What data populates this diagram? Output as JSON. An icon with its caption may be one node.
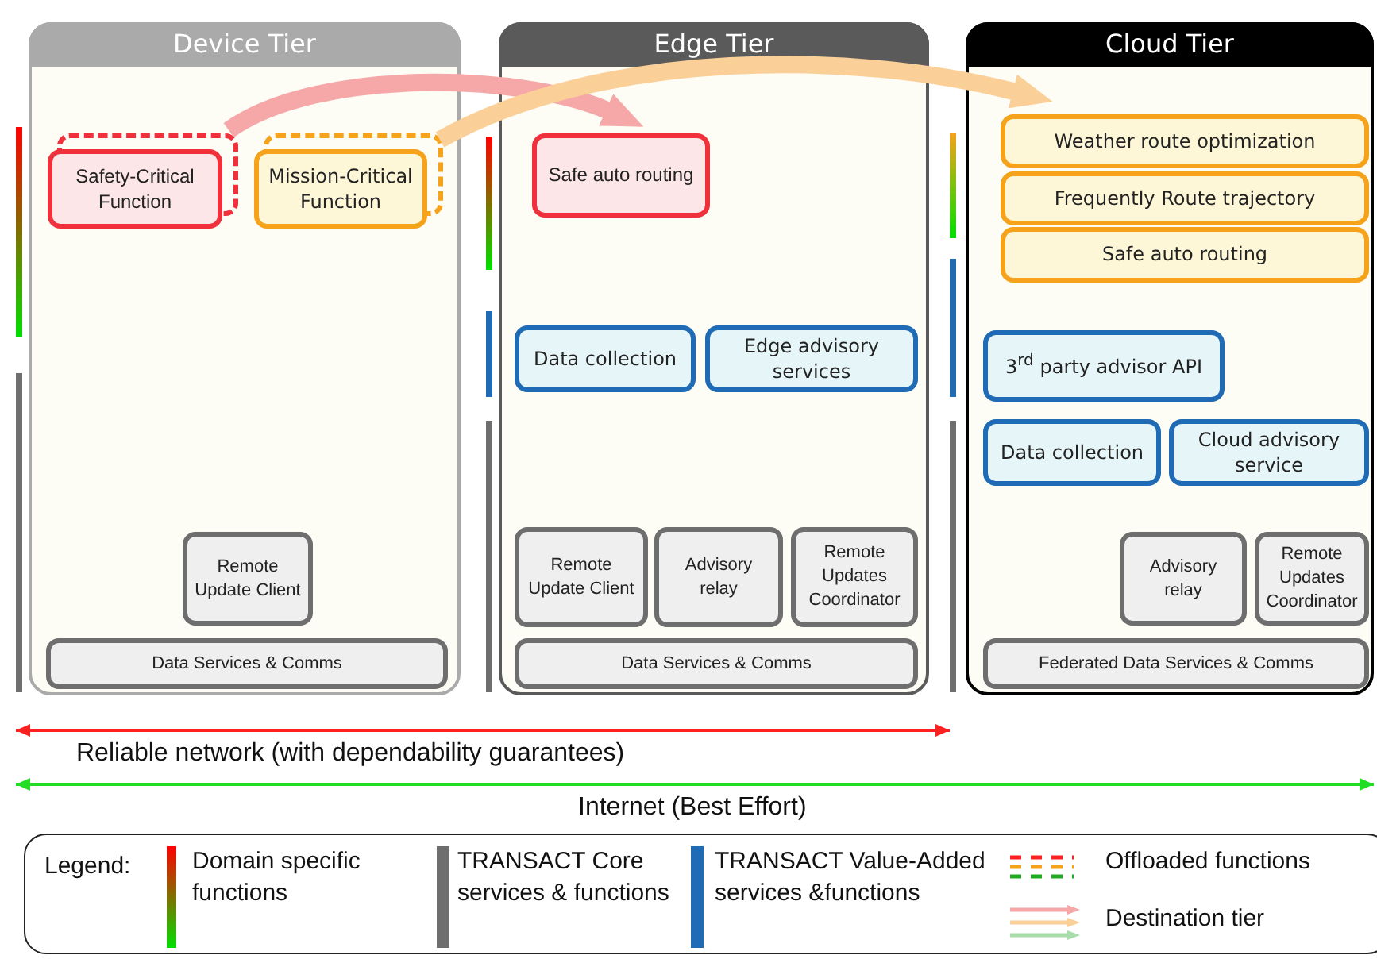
{
  "diagram": {
    "nodes": [
      {
        "text": [
          "Device Tier"
        ]
      },
      {
        "text": [
          "Safety-Critical Function"
        ],
        "in": 0
      },
      {
        "text": [
          "Mission-Critical Function"
        ],
        "in": 0
      },
      {
        "text": [
          "Remote Update Client"
        ],
        "in": 0
      },
      {
        "text": [
          "Data Services & Comms"
        ],
        "in": 0
      },
      {
        "text": [
          "Edge Tier"
        ]
      },
      {
        "text": [
          "Safe auto routing"
        ],
        "in": 5
      },
      {
        "text": [
          "Data collection"
        ],
        "in": 5
      },
      {
        "text": [
          "Edge advisory services"
        ],
        "in": 5
      },
      {
        "text": [
          "Remote Update Client"
        ],
        "in": 5
      },
      {
        "text": [
          "Advisory relay"
        ],
        "in": 5
      },
      {
        "text": [
          "Remote Updates Coordinator"
        ],
        "in": 5
      },
      {
        "text": [
          "Data Services & Comms"
        ],
        "in": 5
      },
      {
        "text": [
          "Cloud Tier"
        ]
      },
      {
        "text": [
          "Weather route optimization"
        ],
        "in": 13
      },
      {
        "text": [
          "Frequently Route trajectory"
        ],
        "in": 13
      },
      {
        "text": [
          "Safe auto routing"
        ],
        "in": 13
      },
      {
        "text": [
          "3$^{rd}$ party advisor API"
        ],
        "in": 13
      },
      {
        "text": [
          "Data collection"
        ],
        "in": 13
      },
      {
        "text": [
          "Cloud advisory service"
        ],
        "in": 13
      },
      {
        "text": [
          "Advisory relay"
        ],
        "in": 13
      },
      {
        "text": [
          "Remote Updates Coordinator"
        ],
        "in": 13
      },
      {
        "text": [
          "Federated Data Services & Comms"
        ],
        "in": 13
      }
    ],
    "edges": [
      {
        "from": 1,
        "to": 6,
        "arrow": "to",
        "color": "#f6a8a8"
      },
      {
        "from": 2,
        "to": 14,
        "arrow": "to",
        "color": "#fbcf98"
      }
    ],
    "labels": [
      "Reliable network (with dependability guarantees)",
      "Internet (Best Effort)",
      "Legend:"
    ],
    "legend": [
      {
        "text": "Domain specific functions"
      },
      {
        "text": "TRANSACT Core services & functions",
        "color": "#6e6e6e"
      },
      {
        "text": "TRANSACT Value-Added services &functions",
        "color": "#1f6bb5"
      },
      {
        "text": "Offloaded functions"
      },
      {
        "text": "Destination tier"
      }
    ]
  }
}
